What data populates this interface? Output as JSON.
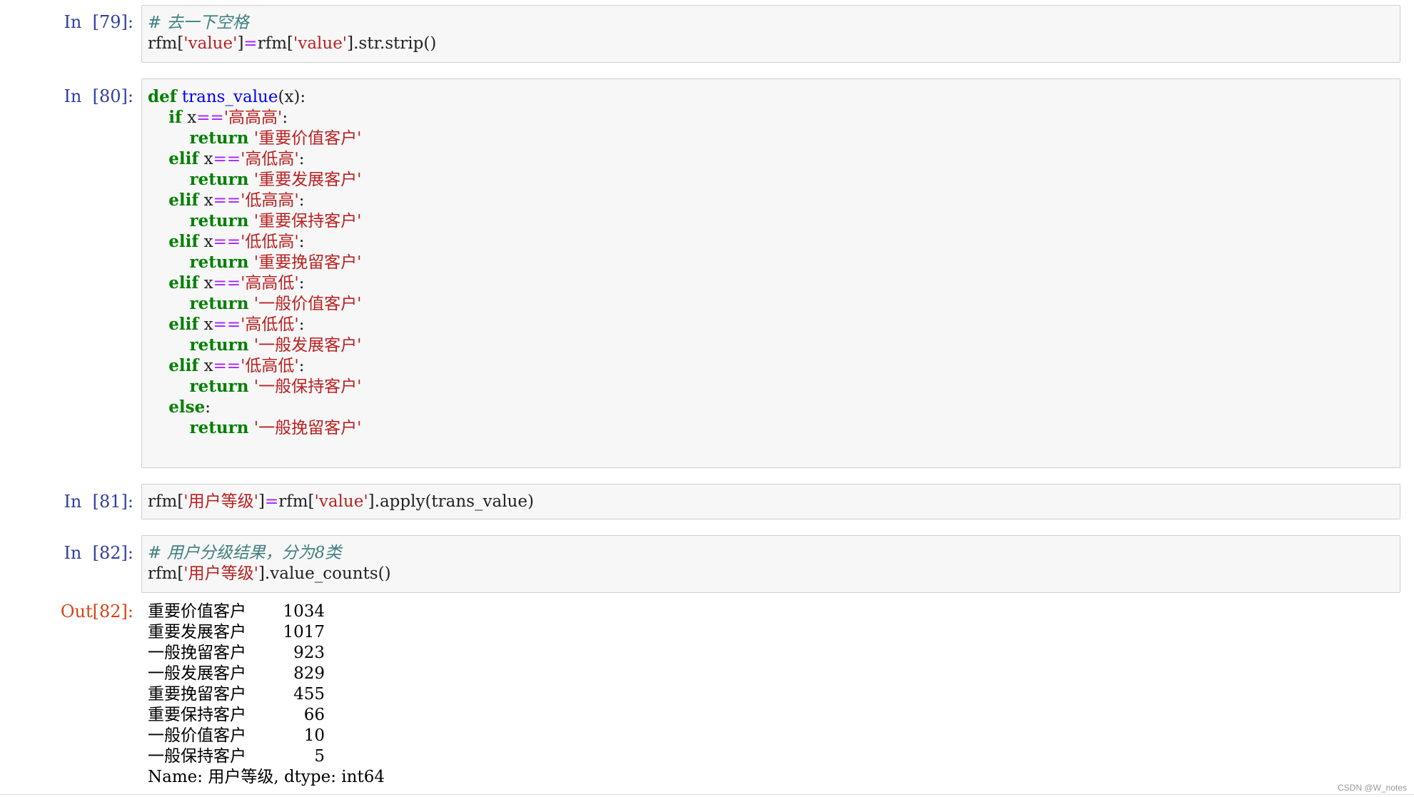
{
  "cells": [
    {
      "prompt": "In  [79]:",
      "lines": [
        [
          {
            "t": "# 去一下空格",
            "c": "cm"
          }
        ],
        [
          {
            "t": "rfm[",
            "c": ""
          },
          {
            "t": "'value'",
            "c": "str"
          },
          {
            "t": "]",
            "c": ""
          },
          {
            "t": "=",
            "c": "op"
          },
          {
            "t": "rfm[",
            "c": ""
          },
          {
            "t": "'value'",
            "c": "str"
          },
          {
            "t": "].str.strip()",
            "c": ""
          }
        ]
      ]
    },
    {
      "prompt": "In  [80]:",
      "lines": [
        [
          {
            "t": "def",
            "c": "kw"
          },
          {
            "t": " ",
            "c": ""
          },
          {
            "t": "trans_value",
            "c": "fn"
          },
          {
            "t": "(x):",
            "c": ""
          }
        ],
        [
          {
            "t": "    ",
            "c": ""
          },
          {
            "t": "if",
            "c": "kw"
          },
          {
            "t": " x",
            "c": ""
          },
          {
            "t": "==",
            "c": "op"
          },
          {
            "t": "'高高高'",
            "c": "str"
          },
          {
            "t": ":",
            "c": ""
          }
        ],
        [
          {
            "t": "        ",
            "c": ""
          },
          {
            "t": "return",
            "c": "kw"
          },
          {
            "t": " ",
            "c": ""
          },
          {
            "t": "'重要价值客户'",
            "c": "str"
          }
        ],
        [
          {
            "t": "    ",
            "c": ""
          },
          {
            "t": "elif",
            "c": "kw"
          },
          {
            "t": " x",
            "c": ""
          },
          {
            "t": "==",
            "c": "op"
          },
          {
            "t": "'高低高'",
            "c": "str"
          },
          {
            "t": ":",
            "c": ""
          }
        ],
        [
          {
            "t": "        ",
            "c": ""
          },
          {
            "t": "return",
            "c": "kw"
          },
          {
            "t": " ",
            "c": ""
          },
          {
            "t": "'重要发展客户'",
            "c": "str"
          }
        ],
        [
          {
            "t": "    ",
            "c": ""
          },
          {
            "t": "elif",
            "c": "kw"
          },
          {
            "t": " x",
            "c": ""
          },
          {
            "t": "==",
            "c": "op"
          },
          {
            "t": "'低高高'",
            "c": "str"
          },
          {
            "t": ":",
            "c": ""
          }
        ],
        [
          {
            "t": "        ",
            "c": ""
          },
          {
            "t": "return",
            "c": "kw"
          },
          {
            "t": " ",
            "c": ""
          },
          {
            "t": "'重要保持客户'",
            "c": "str"
          }
        ],
        [
          {
            "t": "    ",
            "c": ""
          },
          {
            "t": "elif",
            "c": "kw"
          },
          {
            "t": " x",
            "c": ""
          },
          {
            "t": "==",
            "c": "op"
          },
          {
            "t": "'低低高'",
            "c": "str"
          },
          {
            "t": ":",
            "c": ""
          }
        ],
        [
          {
            "t": "        ",
            "c": ""
          },
          {
            "t": "return",
            "c": "kw"
          },
          {
            "t": " ",
            "c": ""
          },
          {
            "t": "'重要挽留客户'",
            "c": "str"
          }
        ],
        [
          {
            "t": "    ",
            "c": ""
          },
          {
            "t": "elif",
            "c": "kw"
          },
          {
            "t": " x",
            "c": ""
          },
          {
            "t": "==",
            "c": "op"
          },
          {
            "t": "'高高低'",
            "c": "str"
          },
          {
            "t": ":",
            "c": ""
          }
        ],
        [
          {
            "t": "        ",
            "c": ""
          },
          {
            "t": "return",
            "c": "kw"
          },
          {
            "t": " ",
            "c": ""
          },
          {
            "t": "'一般价值客户'",
            "c": "str"
          }
        ],
        [
          {
            "t": "    ",
            "c": ""
          },
          {
            "t": "elif",
            "c": "kw"
          },
          {
            "t": " x",
            "c": ""
          },
          {
            "t": "==",
            "c": "op"
          },
          {
            "t": "'高低低'",
            "c": "str"
          },
          {
            "t": ":",
            "c": ""
          }
        ],
        [
          {
            "t": "        ",
            "c": ""
          },
          {
            "t": "return",
            "c": "kw"
          },
          {
            "t": " ",
            "c": ""
          },
          {
            "t": "'一般发展客户'",
            "c": "str"
          }
        ],
        [
          {
            "t": "    ",
            "c": ""
          },
          {
            "t": "elif",
            "c": "kw"
          },
          {
            "t": " x",
            "c": ""
          },
          {
            "t": "==",
            "c": "op"
          },
          {
            "t": "'低高低'",
            "c": "str"
          },
          {
            "t": ":",
            "c": ""
          }
        ],
        [
          {
            "t": "        ",
            "c": ""
          },
          {
            "t": "return",
            "c": "kw"
          },
          {
            "t": " ",
            "c": ""
          },
          {
            "t": "'一般保持客户'",
            "c": "str"
          }
        ],
        [
          {
            "t": "    ",
            "c": ""
          },
          {
            "t": "else",
            "c": "kw"
          },
          {
            "t": ":",
            "c": ""
          }
        ],
        [
          {
            "t": "        ",
            "c": ""
          },
          {
            "t": "return",
            "c": "kw"
          },
          {
            "t": " ",
            "c": ""
          },
          {
            "t": "'一般挽留客户'",
            "c": "str"
          }
        ]
      ]
    },
    {
      "prompt": "In  [81]:",
      "lines": [
        [
          {
            "t": "rfm[",
            "c": ""
          },
          {
            "t": "'用户等级'",
            "c": "str"
          },
          {
            "t": "]",
            "c": ""
          },
          {
            "t": "=",
            "c": "op"
          },
          {
            "t": "rfm[",
            "c": ""
          },
          {
            "t": "'value'",
            "c": "str"
          },
          {
            "t": "].apply(trans_value)",
            "c": ""
          }
        ]
      ]
    },
    {
      "prompt": "In  [82]:",
      "lines": [
        [
          {
            "t": "# 用户分级结果，分为8类",
            "c": "cm"
          }
        ],
        [
          {
            "t": "rfm[",
            "c": ""
          },
          {
            "t": "'用户等级'",
            "c": "str"
          },
          {
            "t": "].value_counts()",
            "c": ""
          }
        ]
      ]
    }
  ],
  "output": {
    "prompt": "Out[82]:",
    "rows": [
      {
        "label": "重要价值客户",
        "value": "1034"
      },
      {
        "label": "重要发展客户",
        "value": "1017"
      },
      {
        "label": "一般挽留客户",
        "value": "923"
      },
      {
        "label": "一般发展客户",
        "value": "829"
      },
      {
        "label": "重要挽留客户",
        "value": "455"
      },
      {
        "label": "重要保持客户",
        "value": "66"
      },
      {
        "label": "一般价值客户",
        "value": "10"
      },
      {
        "label": "一般保持客户",
        "value": "5"
      }
    ],
    "footer": "Name: 用户等级, dtype: int64"
  },
  "watermark": "CSDN @W_notes"
}
